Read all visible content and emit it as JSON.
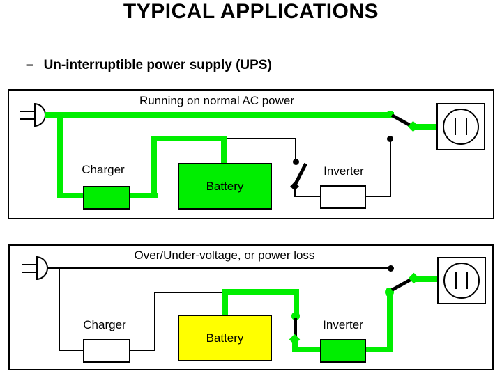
{
  "slide": {
    "title": "TYPICAL APPLICATIONS",
    "bullet_dash": "–",
    "bullet_text": "Un-interruptible power supply (UPS)"
  },
  "colors": {
    "green": "#00ee00",
    "yellow": "#ffff00",
    "black": "#000000",
    "white": "#ffffff"
  },
  "diagrams": {
    "normal": {
      "title": "Running on normal AC power",
      "labels": {
        "charger": "Charger",
        "battery": "Battery",
        "inverter": "Inverter"
      }
    },
    "backup": {
      "title": "Over/Under-voltage, or power loss",
      "labels": {
        "charger": "Charger",
        "battery": "Battery",
        "inverter": "Inverter"
      }
    }
  }
}
